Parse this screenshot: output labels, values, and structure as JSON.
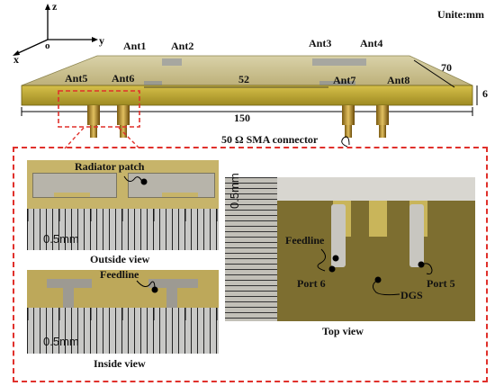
{
  "axes": {
    "z": "z",
    "y": "y",
    "x": "x",
    "origin": "o"
  },
  "unit_label": "Unite:mm",
  "antennas": [
    "Ant1",
    "Ant2",
    "Ant3",
    "Ant4",
    "Ant5",
    "Ant6",
    "Ant7",
    "Ant8"
  ],
  "dimensions": {
    "width": "70",
    "inner_length": "52",
    "height": "6",
    "length": "150"
  },
  "connector_label": "50 Ω  SMA connector",
  "outside_view": {
    "caption": "Outside view",
    "annotation": "Radiator patch",
    "ruler_text": "0.5mm"
  },
  "inside_view": {
    "caption": "Inside view",
    "annotation": "Feedline",
    "ruler_text": "0.5mm"
  },
  "top_view": {
    "caption": "Top view",
    "annotations": {
      "feedline": "Feedline",
      "port6": "Port 6",
      "port5": "Port 5",
      "dgs": "DGS"
    },
    "ruler_text": "0.5mm"
  },
  "colors": {
    "dash": "#e0302b",
    "board": "#c9b033",
    "photo_bg": "#7a6a2c"
  }
}
